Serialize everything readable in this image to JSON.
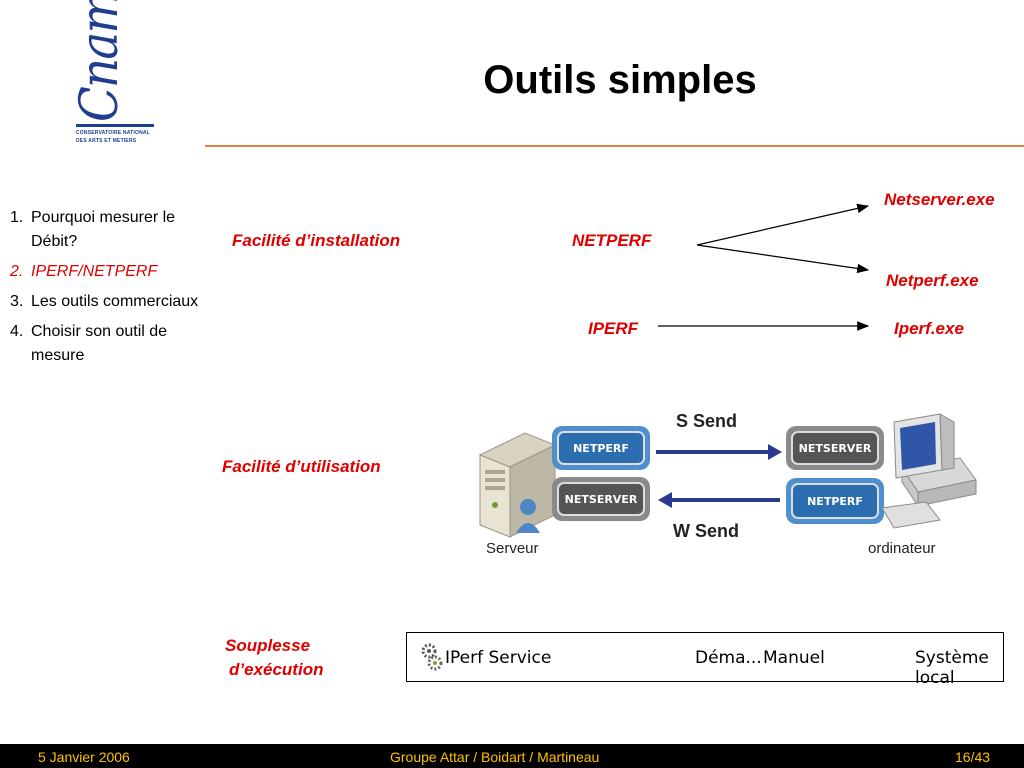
{
  "logo": {
    "wordmark": "Cnam",
    "line1": "CONSERVATOIRE NATIONAL",
    "line2": "DES ARTS ET METIERS"
  },
  "title": "Outils simples",
  "outline": [
    {
      "num": "1.",
      "label": "Pourquoi mesurer le Débit?",
      "active": false
    },
    {
      "num": "2.",
      "label": "IPERF/NETPERF",
      "active": true
    },
    {
      "num": "3.",
      "label": "Les outils commerciaux",
      "active": false
    },
    {
      "num": "4.",
      "label": "Choisir son outil de mesure",
      "active": false
    }
  ],
  "installation": {
    "label": "Facilité d’installation",
    "netperf": "NETPERF",
    "netserver_exe": "Netserver.exe",
    "netperf_exe": "Netperf.exe",
    "iperf": "IPERF",
    "iperf_exe": "Iperf.exe"
  },
  "utilisation": {
    "label": "Facilité d’utilisation",
    "s_send": "S Send",
    "w_send": "W Send",
    "server_caption": "Serveur",
    "client_caption": "ordinateur",
    "left_top": "NETPERF",
    "left_bottom": "NETSERVER",
    "right_top": "NETSERVER",
    "right_bottom": "NETPERF"
  },
  "souplesse": {
    "label_line1": "Souplesse",
    "label_line2": "d’exécution",
    "service_name": "IPerf Service",
    "status": "Déma...",
    "startup": "Manuel",
    "account": "Système local"
  },
  "footer": {
    "date": "5 Janvier 2006",
    "authors": "Groupe Attar / Boidart / Martineau",
    "page": "16/43"
  },
  "colors": {
    "accent_red": "#e00000",
    "rule_orange": "#e87b46",
    "footer_text": "#ffc000",
    "arrow_blue": "#2b3a8f"
  }
}
